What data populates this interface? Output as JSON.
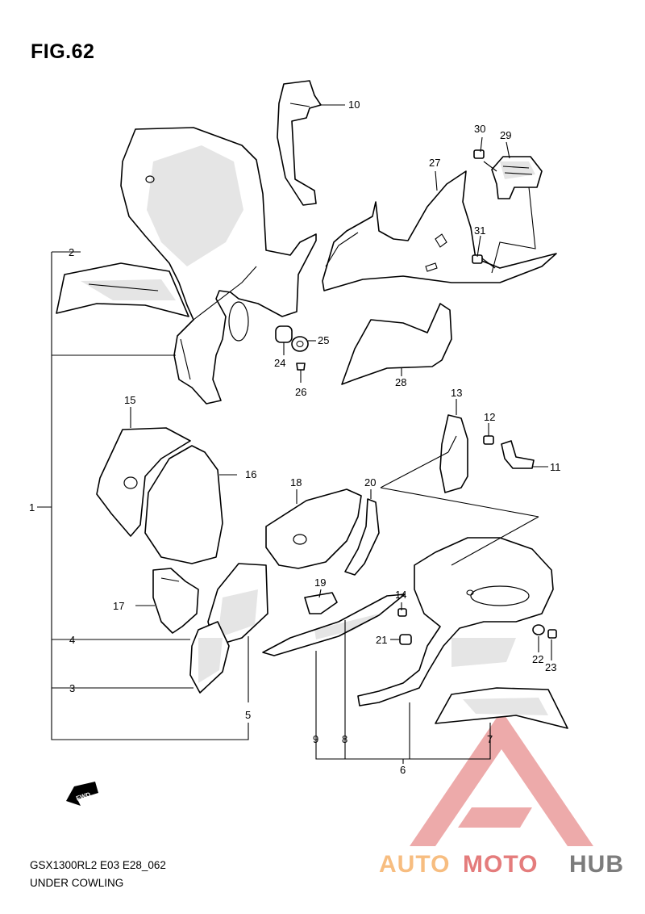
{
  "figure": {
    "title": "FIG.62",
    "model_code": "GSX1300RL2 E03 E28_062",
    "section_name": "UNDER COWLING",
    "fwd_label": "FWD"
  },
  "callouts": [
    "1",
    "2",
    "3",
    "4",
    "5",
    "6",
    "7",
    "8",
    "9",
    "10",
    "11",
    "12",
    "13",
    "14",
    "15",
    "16",
    "17",
    "18",
    "19",
    "20",
    "21",
    "22",
    "23",
    "24",
    "25",
    "26",
    "27",
    "28",
    "29",
    "30",
    "31"
  ],
  "watermark": {
    "brand_part1": "AUTO",
    "brand_part2": "MOTO",
    "brand_part3": "HUB",
    "color_orange": "#f6b26b",
    "color_red": "#e06666",
    "color_grey": "#666666"
  }
}
